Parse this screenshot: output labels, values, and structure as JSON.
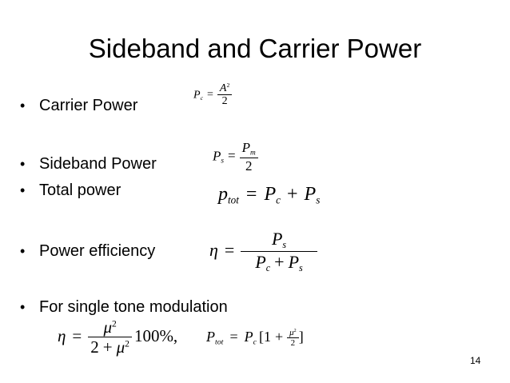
{
  "slide": {
    "title": "Sideband and Carrier Power",
    "bullet_glyph": "•",
    "bullets": [
      {
        "label": "Carrier Power"
      },
      {
        "label": "Sideband Power"
      },
      {
        "label": "Total power"
      },
      {
        "label": "Power efficiency"
      },
      {
        "label": "For single tone modulation"
      }
    ],
    "equations": {
      "carrier": {
        "lhs": "P",
        "lhs_sub": "c",
        "eq": "=",
        "num": "A",
        "num_sup": "2",
        "den": "2"
      },
      "sideband": {
        "lhs": "P",
        "lhs_sub": "s",
        "eq": "=",
        "num": "P",
        "num_sub": "m",
        "den": "2"
      },
      "total": {
        "lhs": "p",
        "lhs_sub": "tot",
        "eq": "=",
        "t1": "P",
        "t1_sub": "c",
        "plus": "+",
        "t2": "P",
        "t2_sub": "s"
      },
      "efficiency": {
        "lhs": "η",
        "eq": "=",
        "num": "P",
        "num_sub": "s",
        "den1": "P",
        "den1_sub": "c",
        "plus": "+",
        "den2": "P",
        "den2_sub": "s"
      },
      "single_tone_eta": {
        "lhs": "η",
        "eq": "=",
        "num": "μ",
        "num_sup": "2",
        "den_a": "2",
        "plus": "+",
        "den_b": "μ",
        "den_b_sup": "2",
        "tail": "100%,",
        "comma": ""
      },
      "single_tone_ptot": {
        "lhs": "P",
        "lhs_sub": "tot",
        "eq": "=",
        "t": "P",
        "t_sub": "c",
        "open": "[1",
        "plus": "+",
        "num": "μ",
        "num_sup": "2",
        "den": "2",
        "close": "]"
      }
    },
    "page_number": "14"
  }
}
